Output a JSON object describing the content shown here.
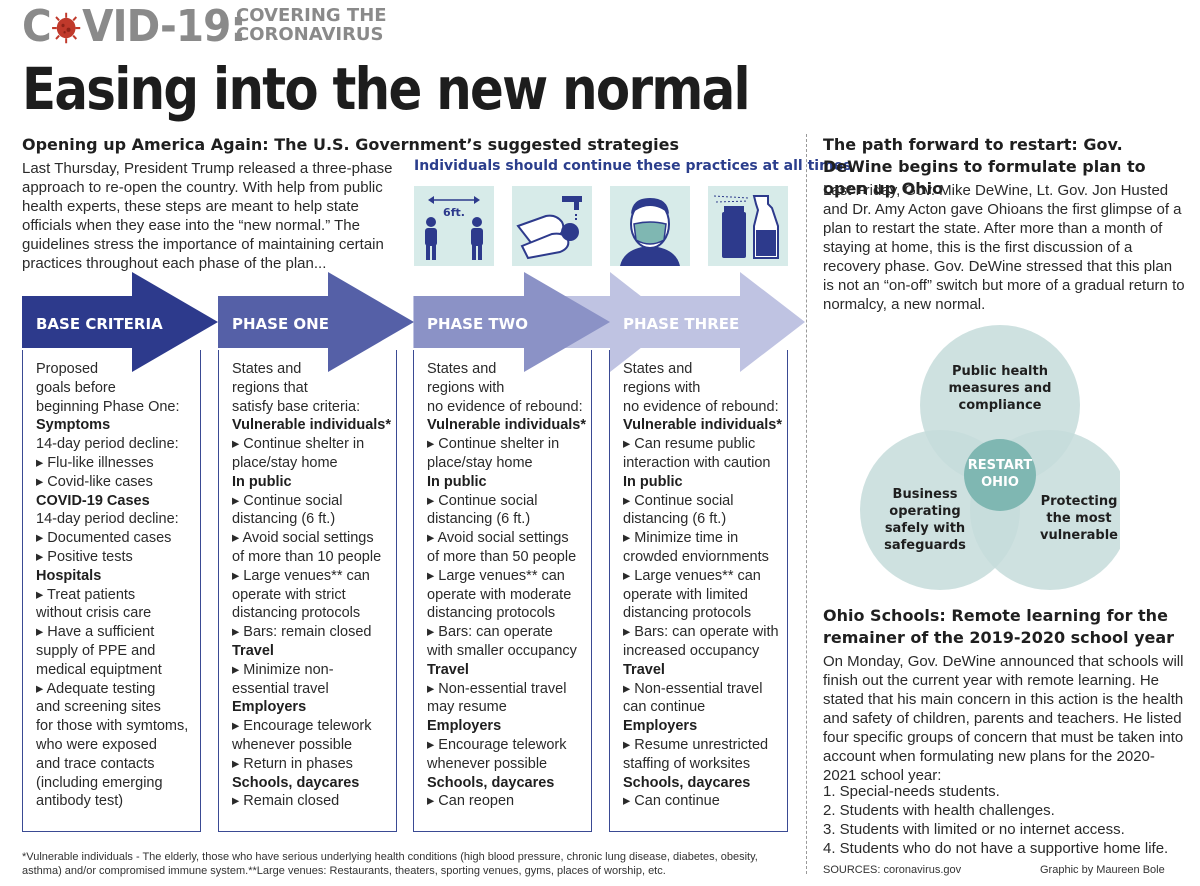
{
  "header": {
    "logo_word": "COVID-19:",
    "logo_sub_1": "COVERING THE",
    "logo_sub_2": "CORONAVIRUS",
    "headline": "Easing into the new normal"
  },
  "us_section": {
    "title": "Opening up America Again: The U.S. Government’s suggested strategies",
    "intro": "Last Thursday, President Trump released a three-phase approach to re-open the country. With help from public health experts, these steps are meant to help state officials when they ease into the “new normal.” The guidelines stress the importance of maintaining certain practices throughout each phase of the plan...",
    "practices_title": "Individuals should continue these practices at all times",
    "distance_label": "6ft."
  },
  "icons": [
    "social-distance-icon",
    "hand-washing-icon",
    "face-mask-icon",
    "disinfect-spray-icon"
  ],
  "colors": {
    "arrow_base": "#2d3a8c",
    "arrow_one": "#5560a7",
    "arrow_two": "#8b92c6",
    "arrow_three": "#bfc3e2",
    "venn_circle": "#c5dcda",
    "venn_center": "#7fb7b2",
    "icon_tile": "#d7ebe9"
  },
  "phases": [
    {
      "label": "BASE CRITERIA",
      "lines": [
        {
          "t": "Proposed"
        },
        {
          "t": "goals before"
        },
        {
          "t": "beginning Phase One:"
        },
        {
          "t": "Symptoms",
          "h": true
        },
        {
          "t": "14-day period decline:"
        },
        {
          "t": "▸ Flu-like illnesses"
        },
        {
          "t": "▸ Covid-like cases"
        },
        {
          "t": "COVID-19 Cases",
          "h": true
        },
        {
          "t": "14-day period decline:"
        },
        {
          "t": "▸ Documented cases"
        },
        {
          "t": "▸ Positive tests"
        },
        {
          "t": "Hospitals",
          "h": true
        },
        {
          "t": "▸ Treat patients"
        },
        {
          "t": "without crisis care"
        },
        {
          "t": "▸ Have a sufficient"
        },
        {
          "t": "supply of PPE and"
        },
        {
          "t": "medical equiptment"
        },
        {
          "t": "▸ Adequate testing"
        },
        {
          "t": "and screening sites"
        },
        {
          "t": "for those with symtoms,"
        },
        {
          "t": "who were exposed"
        },
        {
          "t": "and trace contacts"
        },
        {
          "t": "(including emerging"
        },
        {
          "t": "antibody test)"
        }
      ]
    },
    {
      "label": "PHASE ONE",
      "lines": [
        {
          "t": "States and"
        },
        {
          "t": "regions that"
        },
        {
          "t": "satisfy base criteria:"
        },
        {
          "t": "Vulnerable individuals*",
          "h": true
        },
        {
          "t": "▸ Continue shelter in"
        },
        {
          "t": "place/stay home"
        },
        {
          "t": "In public",
          "h": true
        },
        {
          "t": "▸ Continue social"
        },
        {
          "t": "distancing (6 ft.)"
        },
        {
          "t": "▸ Avoid social settings"
        },
        {
          "t": "of more than 10 people"
        },
        {
          "t": "▸ Large venues** can"
        },
        {
          "t": "operate with strict"
        },
        {
          "t": "distancing protocols"
        },
        {
          "t": "▸ Bars: remain closed"
        },
        {
          "t": "Travel",
          "h": true
        },
        {
          "t": "▸ Minimize non-"
        },
        {
          "t": "essential travel"
        },
        {
          "t": "Employers",
          "h": true
        },
        {
          "t": "▸ Encourage telework"
        },
        {
          "t": "whenever possible"
        },
        {
          "t": "▸ Return in phases"
        },
        {
          "t": "Schools, daycares",
          "h": true
        },
        {
          "t": "▸ Remain closed"
        }
      ]
    },
    {
      "label": "PHASE TWO",
      "lines": [
        {
          "t": "States and"
        },
        {
          "t": "regions with"
        },
        {
          "t": "no evidence of rebound:"
        },
        {
          "t": "Vulnerable individuals*",
          "h": true
        },
        {
          "t": "▸ Continue shelter in"
        },
        {
          "t": "place/stay home"
        },
        {
          "t": "In public",
          "h": true
        },
        {
          "t": "▸ Continue social"
        },
        {
          "t": "distancing (6 ft.)"
        },
        {
          "t": "▸ Avoid social settings"
        },
        {
          "t": "of more than 50 people"
        },
        {
          "t": "▸ Large venues** can"
        },
        {
          "t": "operate with moderate"
        },
        {
          "t": "distancing protocols"
        },
        {
          "t": "▸ Bars: can operate"
        },
        {
          "t": "with smaller occupancy"
        },
        {
          "t": "Travel",
          "h": true
        },
        {
          "t": "▸ Non-essential travel"
        },
        {
          "t": "may resume"
        },
        {
          "t": "Employers",
          "h": true
        },
        {
          "t": "▸ Encourage telework"
        },
        {
          "t": "whenever possible"
        },
        {
          "t": "Schools, daycares",
          "h": true
        },
        {
          "t": "▸ Can reopen"
        }
      ]
    },
    {
      "label": "PHASE THREE",
      "lines": [
        {
          "t": "States and"
        },
        {
          "t": "regions with"
        },
        {
          "t": "no evidence of rebound:"
        },
        {
          "t": "Vulnerable individuals*",
          "h": true
        },
        {
          "t": "▸ Can resume public"
        },
        {
          "t": "interaction with caution"
        },
        {
          "t": "In public",
          "h": true
        },
        {
          "t": "▸ Continue social"
        },
        {
          "t": "distancing (6 ft.)"
        },
        {
          "t": "▸ Minimize time in"
        },
        {
          "t": "crowded enviornments"
        },
        {
          "t": "▸ Large venues** can"
        },
        {
          "t": "operate with limited"
        },
        {
          "t": "distancing protocols"
        },
        {
          "t": "▸ Bars: can operate with"
        },
        {
          "t": "increased occupancy"
        },
        {
          "t": "Travel",
          "h": true
        },
        {
          "t": "▸ Non-essential travel"
        },
        {
          "t": "can continue"
        },
        {
          "t": "Employers",
          "h": true
        },
        {
          "t": "▸ Resume unrestricted"
        },
        {
          "t": "staffing of worksites"
        },
        {
          "t": "Schools, daycares",
          "h": true
        },
        {
          "t": "▸ Can continue"
        }
      ]
    }
  ],
  "footnote": "*Vulnerable individuals - The elderly, those who have serious underlying health conditions (high blood pressure, chronic lung disease, diabetes, obesity, asthma) and/or compromised immune system.**Large venues: Restaurants, theaters, sporting venues, gyms, places of worship, etc.",
  "ohio_section": {
    "title": "The path forward to restart: Gov. DeWine begins to formulate plan to open up Ohio",
    "intro": "Last Friday, Gov. Mike DeWine, Lt. Gov. Jon Husted and Dr. Amy Acton gave Ohioans the first glimpse of a plan to restart the state. After more than a month of staying at home, this is the first discussion of a recovery phase. Gov. DeWine stressed that this plan is not an “on-off” switch but more of a gradual return to normalcy, a new normal."
  },
  "venn": {
    "top": [
      "Public health",
      "measures and",
      "compliance"
    ],
    "left": [
      "Business",
      "operating",
      "safely with",
      "safeguards"
    ],
    "right": [
      "Protecting",
      "the most",
      "vulnerable"
    ],
    "center": [
      "RESTART",
      "OHIO"
    ]
  },
  "schools_section": {
    "title": "Ohio Schools: Remote learning for the remainer of the 2019-2020 school year",
    "intro": "On Monday, Gov. DeWine announced that schools will finish out the current year with remote learning. He stated that his main concern in this action is the health and safety of children, parents and teachers. He listed four specific groups of concern that must be taken into account when formulating new plans for the 2020-2021 school year:",
    "list": [
      "1. Special-needs students.",
      "2. Students with health challenges.",
      "3. Students with limited or no internet access.",
      "4. Students who do not have a supportive home life."
    ]
  },
  "sources": "SOURCES: coronavirus.gov",
  "credit": "Graphic by Maureen Bole"
}
